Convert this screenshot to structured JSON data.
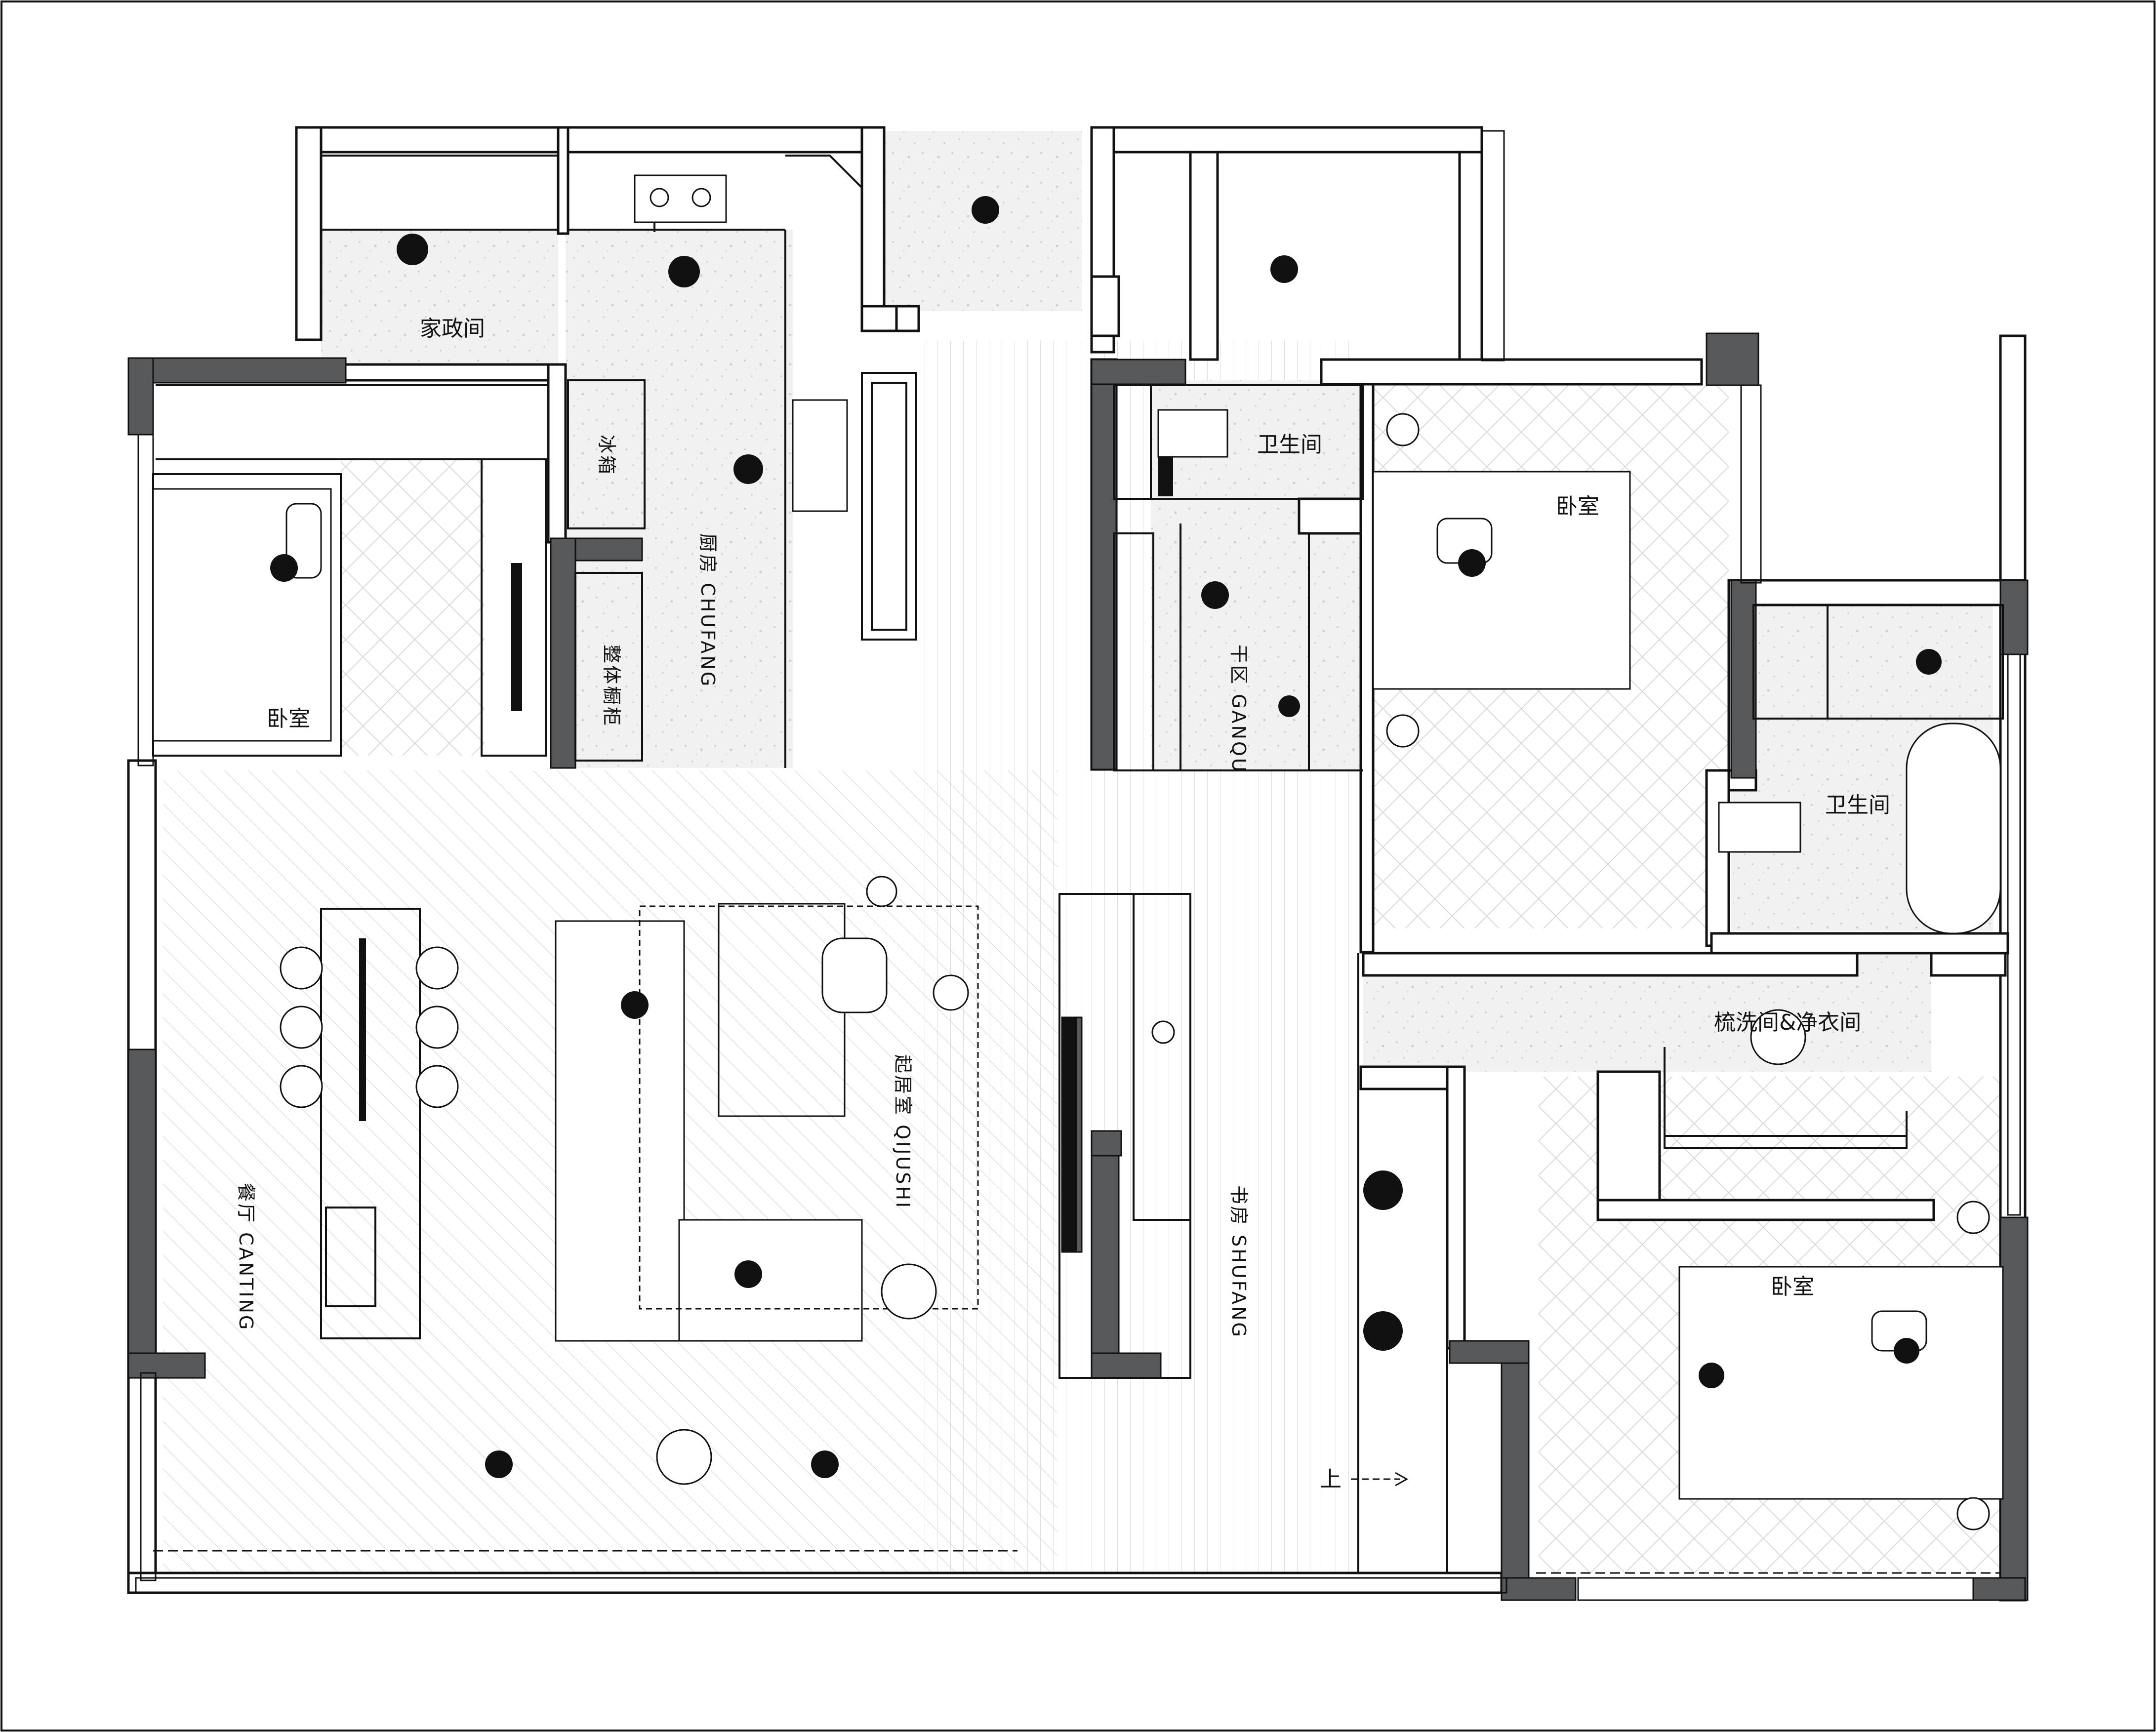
{
  "floor_plan": {
    "rooms": {
      "housekeeping": "家政间",
      "kitchen": "厨房 CHUFANG",
      "fridge": "冰箱",
      "cabinet": "整体橱柜",
      "bath_north": "卫生间",
      "dry_zone": "干区 GANQU",
      "bedroom_nw": "卧室",
      "bedroom_ne": "卧室",
      "bath_east": "卫生间",
      "dressing": "梳洗间&净衣间",
      "dining": "餐厅 CANTING",
      "living": "起居室 QIJUSHI",
      "study": "书房 SHUFANG",
      "bedroom_se": "卧室"
    },
    "stair_label": "上",
    "colors": {
      "wall_fill": "#58595b",
      "line": "#111111",
      "terrazzo": "#f1f1f1",
      "wood_hatch": "#c9c9c9"
    }
  }
}
